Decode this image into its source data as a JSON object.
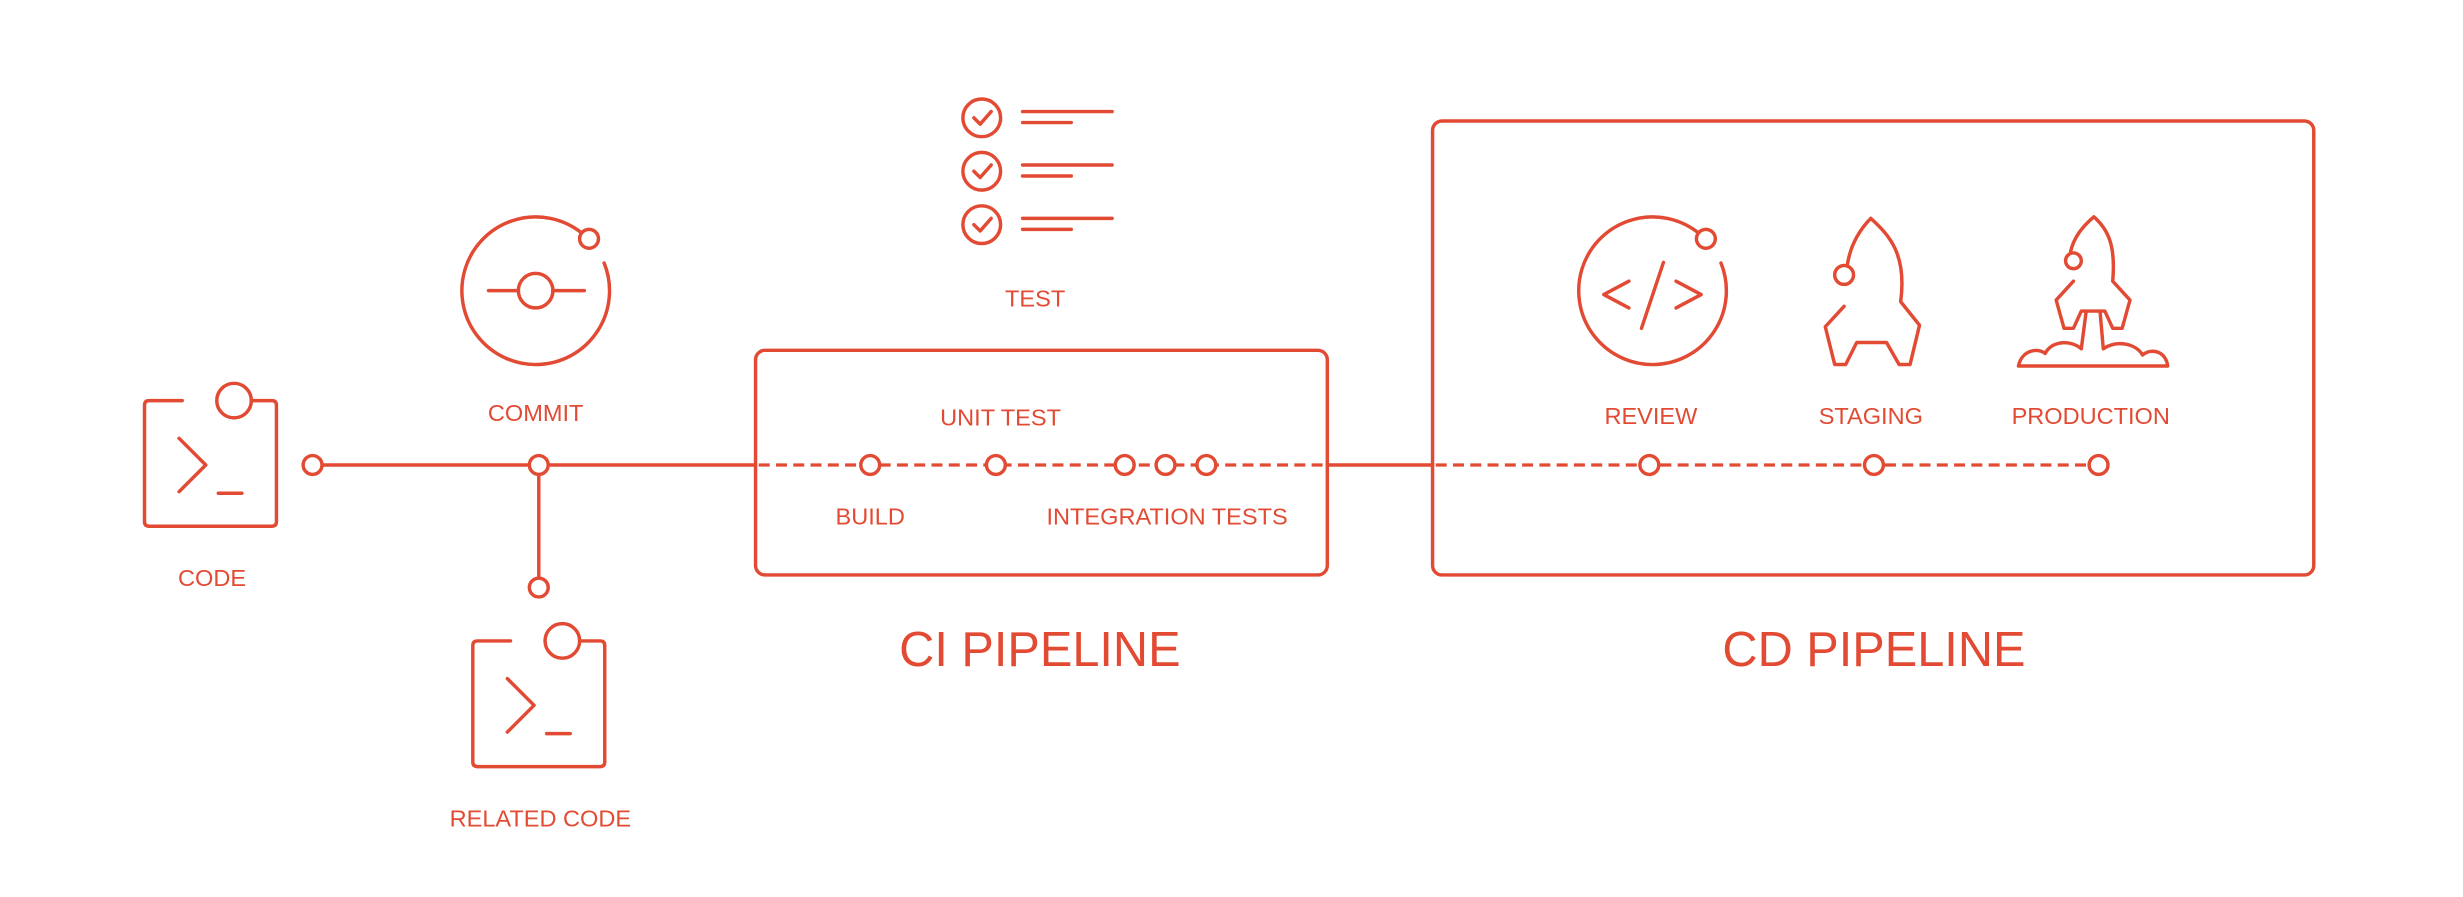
{
  "diagram": {
    "accent_color": "#e24a33",
    "labels": {
      "code": "CODE",
      "related_code": "RELATED CODE",
      "commit": "COMMIT",
      "test": "TEST",
      "unit_test": "UNIT TEST",
      "build": "BUILD",
      "integration_tests": "INTEGRATION TESTS",
      "review": "REVIEW",
      "staging": "STAGING",
      "production": "PRODUCTION"
    },
    "sections": {
      "ci": "CI PIPELINE",
      "cd": "CD PIPELINE"
    },
    "icons": [
      "terminal-icon",
      "commit-icon",
      "checklist-icon",
      "code-review-icon",
      "rocket-icon",
      "rocket-launch-icon"
    ]
  }
}
